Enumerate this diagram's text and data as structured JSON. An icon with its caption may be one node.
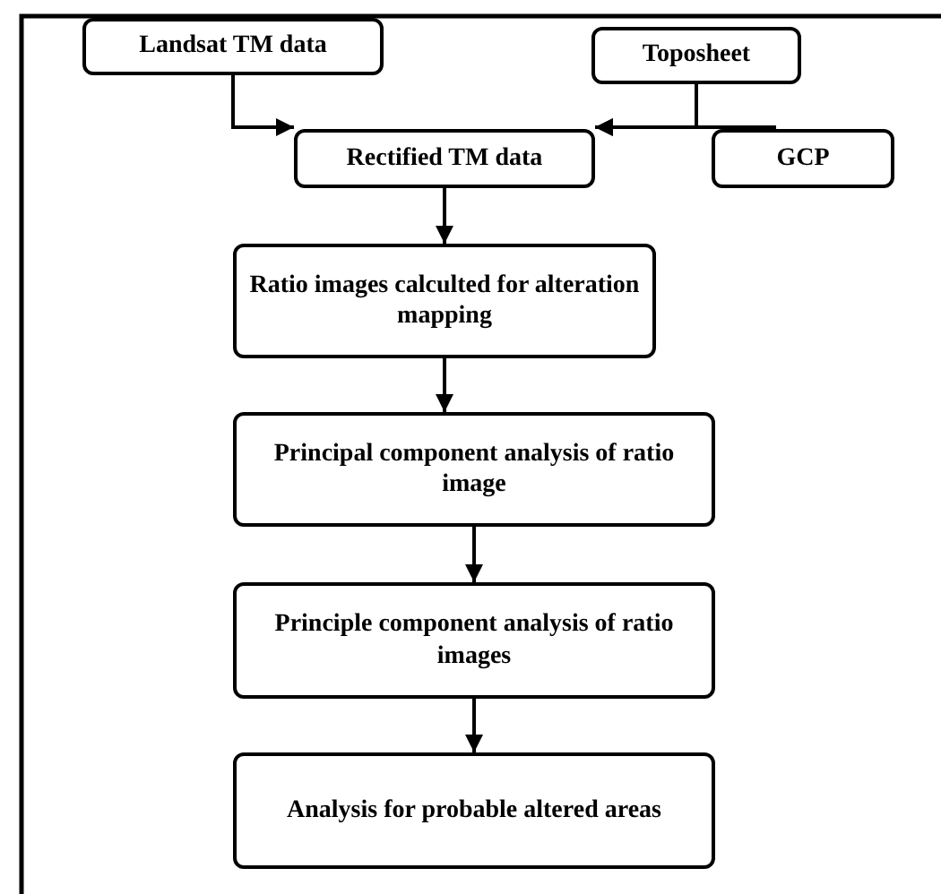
{
  "diagram": {
    "nodes": [
      {
        "text": [
          "Landsat TM data"
        ]
      },
      {
        "text": [
          "Toposheet"
        ]
      },
      {
        "text": [
          "Rectified TM data"
        ]
      },
      {
        "text": [
          "GCP"
        ]
      },
      {
        "text": [
          "Ratio images calculted for alteration mapping"
        ]
      },
      {
        "text": [
          "Principal component analysis of ratio image"
        ]
      },
      {
        "text": [
          "Principle component analysis of ratio images"
        ]
      },
      {
        "text": [
          "Analysis for probable altered areas"
        ]
      }
    ],
    "edges": [
      {
        "from": 0,
        "to": 2,
        "arrow": "to"
      },
      {
        "from": 1,
        "to": 2,
        "arrow": "to"
      },
      {
        "from": 3,
        "to": 2,
        "arrow": "to"
      },
      {
        "from": 2,
        "to": 4,
        "arrow": "to"
      },
      {
        "from": 4,
        "to": 5,
        "arrow": "to"
      },
      {
        "from": 5,
        "to": 6,
        "arrow": "to"
      },
      {
        "from": 6,
        "to": 7,
        "arrow": "to"
      }
    ]
  }
}
